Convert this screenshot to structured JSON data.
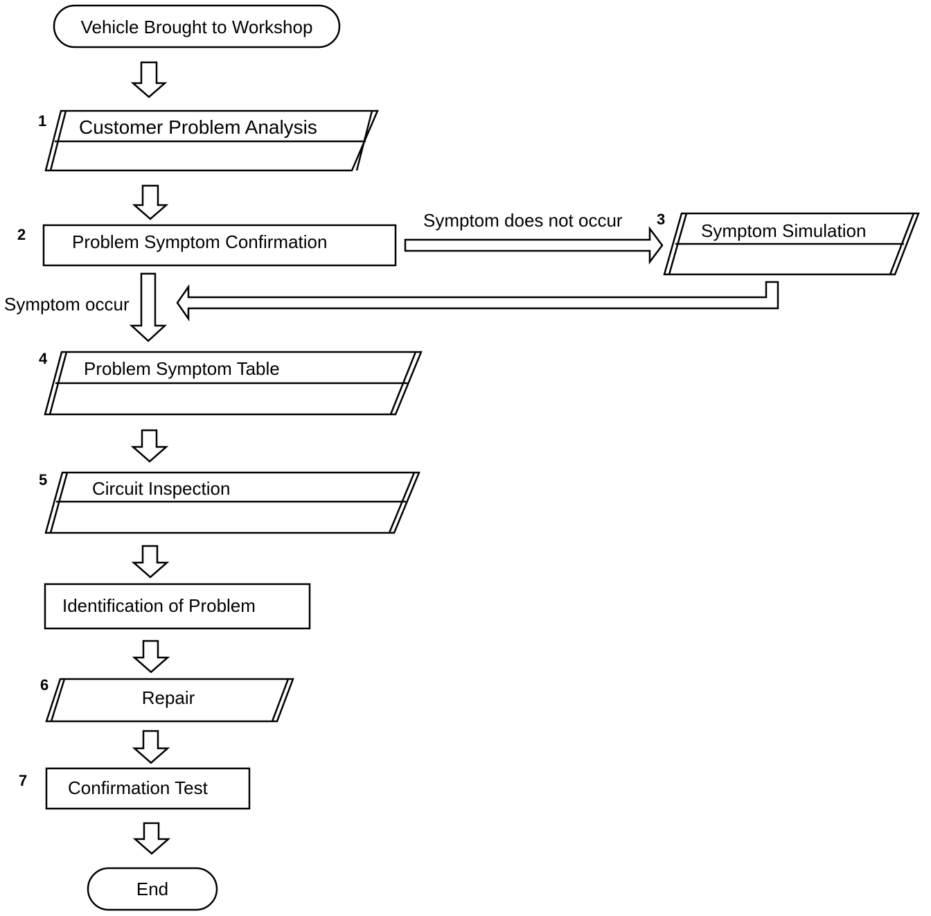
{
  "flow": {
    "start": "Vehicle Brought to Workshop",
    "step1": {
      "number": "1",
      "label": "Customer Problem Analysis"
    },
    "step2": {
      "number": "2",
      "label": "Problem Symptom Confirmation"
    },
    "step3": {
      "number": "3",
      "label": "Symptom Simulation"
    },
    "branch_no": "Symptom does not occur",
    "branch_yes": "Symptom occur",
    "step4": {
      "number": "4",
      "label": "Problem Symptom Table"
    },
    "step5": {
      "number": "5",
      "label": "Circuit Inspection"
    },
    "identify": "Identification of Problem",
    "step6": {
      "number": "6",
      "label": "Repair"
    },
    "step7": {
      "number": "7",
      "label": "Confirmation Test"
    },
    "end": "End"
  }
}
